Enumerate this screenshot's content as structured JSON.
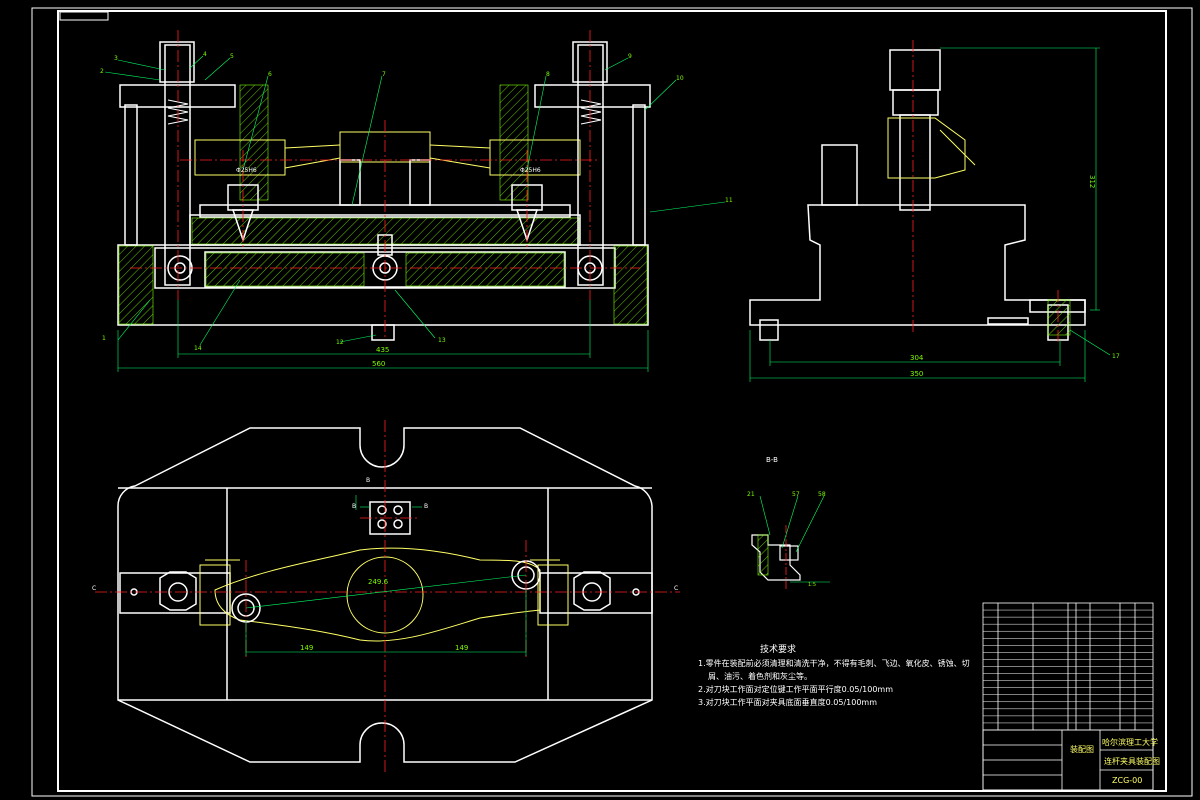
{
  "colors": {
    "background": "#000000",
    "outline": "#ffffff",
    "dimension": "#00ff66",
    "center_line": "#ff2020",
    "hatch": "#7cfc00",
    "workpiece": "#ffff66",
    "leader": "#7cfc00"
  },
  "front_view": {
    "dim_overall": "560",
    "dim_inner": "435",
    "dim_hole_left": "Φ25H6",
    "dim_hole_right": "Φ25H6",
    "balloons": [
      "1",
      "2",
      "3",
      "4",
      "5",
      "6",
      "7",
      "8",
      "9",
      "10",
      "11",
      "12",
      "13",
      "14"
    ]
  },
  "side_view": {
    "dim_width_outer": "350",
    "dim_width_inner": "304",
    "dim_height": "312",
    "balloon": "17"
  },
  "top_view": {
    "dim_left": "149",
    "dim_right": "149",
    "dim_center": "249.6",
    "section_mark_left": "B",
    "section_mark_top": "B",
    "section_mark_right": "B",
    "c_left": "C",
    "c_right": "C"
  },
  "section_view": {
    "title": "B-B",
    "balloons": [
      "21",
      "57",
      "58"
    ],
    "note": "1:5"
  },
  "tech_requirements": {
    "title": "技术要求",
    "lines": [
      "1.零件在装配前必须清理和清洗干净，不得有毛刺、飞边、氧化皮、锈蚀、切",
      "屑、油污、着色剂和灰尘等。",
      "2.对刀块工作面对定位键工作平面平行度0.05/100mm",
      "3.对刀块工作平面对夹具底面垂直度0.05/100mm"
    ]
  },
  "title_block": {
    "school": "哈尔滨理工大学",
    "drawing_name": "连杆夹具装配图",
    "drawing_type": "装配图",
    "drawing_no": "ZCG-00"
  }
}
